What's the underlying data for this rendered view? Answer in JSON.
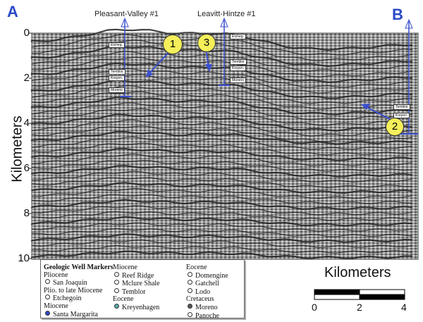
{
  "section": {
    "left_label": "A",
    "right_label": "B"
  },
  "wells": [
    {
      "name": "Pleasant-Valley #1"
    },
    {
      "name": "Leavitt-Hintze #1"
    }
  ],
  "y_axis": {
    "label": "Kilometers",
    "ticks": [
      "0",
      "2",
      "4",
      "6",
      "8",
      "10"
    ]
  },
  "callouts": [
    "1",
    "3",
    "2"
  ],
  "well_tags": [
    "Etcheg.",
    "Temblor",
    "Kreyen.",
    "Moreno"
  ],
  "legend": {
    "title": "Geologic Well Markers",
    "col1": [
      "Pliocene",
      "San Joaquin",
      "Plio. to late Miocene",
      "Etchegoin",
      "Miocene",
      "Santa Margarita"
    ],
    "col2": [
      "Miocene",
      "Reef Ridge",
      "Mclure Shale",
      "Temblor",
      "Eocene",
      "Kreyenhagen"
    ],
    "col3": [
      "Eocene",
      "Domengine",
      "Gatchell",
      "Lodo",
      "Cretaceus",
      "Moreno",
      "Panoche"
    ]
  },
  "scale_bar": {
    "title": "Kilometers",
    "ticks": [
      "0",
      "2",
      "4"
    ]
  },
  "colors": {
    "accent": "#2a49c8",
    "callout_fill": "#f4ef5a",
    "well_line": "#3a4fd0"
  }
}
